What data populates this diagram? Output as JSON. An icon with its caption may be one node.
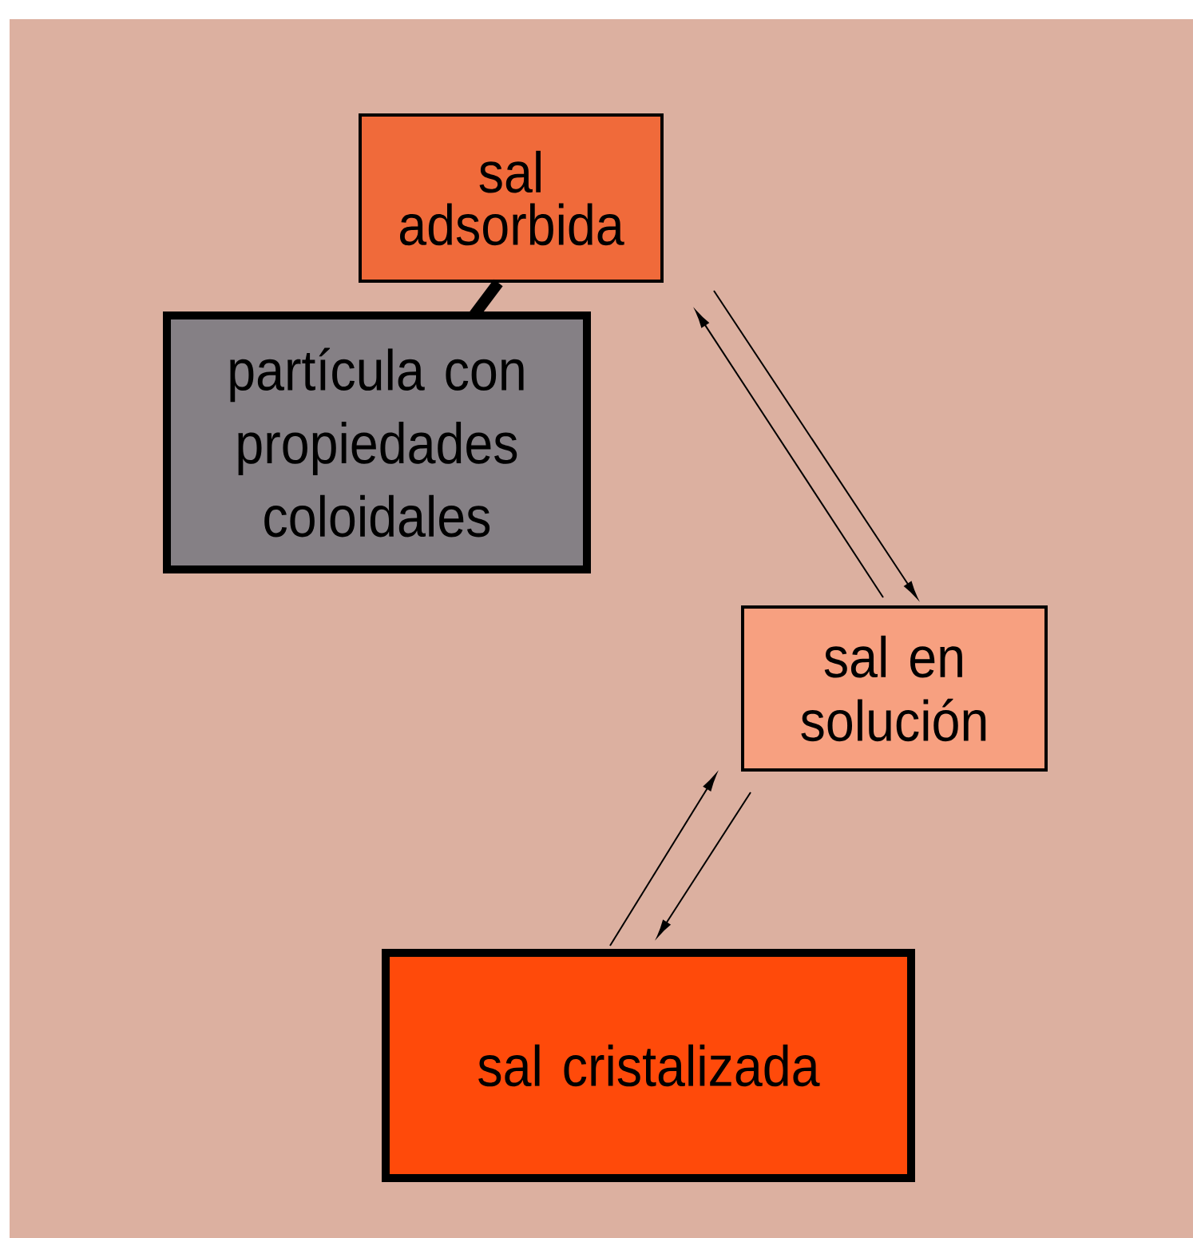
{
  "diagram": {
    "nodes": [
      {
        "text": [
          "sal adsorbida"
        ]
      },
      {
        "text": [
          "partícula con propiedades coloidales"
        ]
      },
      {
        "text": [
          "sal en solución"
        ]
      },
      {
        "text": [
          "sal cristalizada"
        ]
      }
    ],
    "edges": [
      {
        "from": 0,
        "to": 1,
        "arrow": "none",
        "style": "thick"
      },
      {
        "from": 0,
        "to": 2,
        "arrow": "to"
      },
      {
        "from": 2,
        "to": 0,
        "arrow": "to"
      },
      {
        "from": 3,
        "to": 2,
        "arrow": "to"
      },
      {
        "from": 2,
        "to": 3,
        "arrow": "to"
      }
    ]
  }
}
